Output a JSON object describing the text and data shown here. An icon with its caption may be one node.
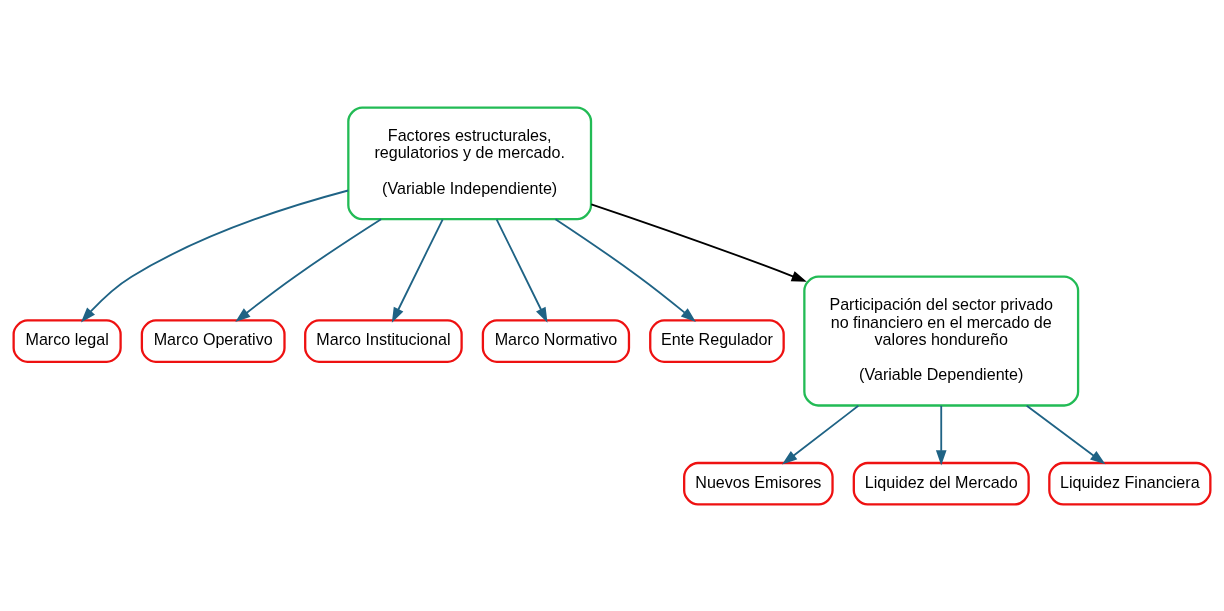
{
  "diagram": {
    "nodes": [
      {
        "text": [
          "Factores estructurales, regulatorios y de mercado.",
          "(Variable Independiente)"
        ]
      },
      {
        "text": [
          "Marco legal"
        ]
      },
      {
        "text": [
          "Marco Operativo"
        ]
      },
      {
        "text": [
          "Marco Institucional"
        ]
      },
      {
        "text": [
          "Marco Normativo"
        ]
      },
      {
        "text": [
          "Ente Regulador"
        ]
      },
      {
        "text": [
          "Participación del sector privado no financiero en el mercado de valores hondureño",
          "(Variable Dependiente)"
        ]
      },
      {
        "text": [
          "Nuevos Emisores"
        ]
      },
      {
        "text": [
          "Liquidez del Mercado"
        ]
      },
      {
        "text": [
          "Liquidez Financiera"
        ]
      }
    ],
    "edges": [
      {
        "from": 0,
        "to": 1,
        "arrow": "to"
      },
      {
        "from": 0,
        "to": 2,
        "arrow": "to"
      },
      {
        "from": 0,
        "to": 3,
        "arrow": "to"
      },
      {
        "from": 0,
        "to": 4,
        "arrow": "to"
      },
      {
        "from": 0,
        "to": 5,
        "arrow": "to"
      },
      {
        "from": 0,
        "to": 6,
        "arrow": "to",
        "color": "#000000"
      },
      {
        "from": 6,
        "to": 7,
        "arrow": "to"
      },
      {
        "from": 6,
        "to": 8,
        "arrow": "to"
      },
      {
        "from": 6,
        "to": 9,
        "arrow": "to"
      }
    ]
  }
}
